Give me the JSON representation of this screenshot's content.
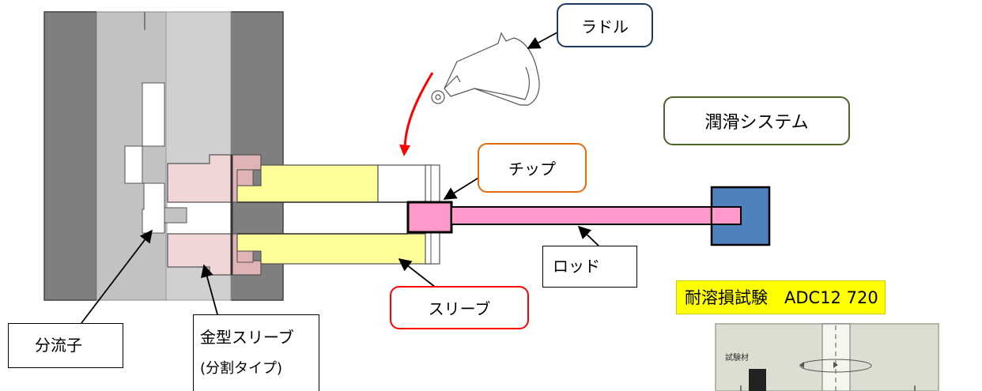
{
  "labels": {
    "ladle": "ラドル",
    "lubrication_system": "潤滑システム",
    "tip": "チップ",
    "rod": "ロッド",
    "sleeve": "スリーブ",
    "spreader": "分流子",
    "mold_sleeve_line1": "金型スリーブ",
    "mold_sleeve_line2": "(分割タイプ)",
    "erosion_test": "耐溶損試験　ADC12 720",
    "specimen": "試験材"
  },
  "colors": {
    "platen": "#7f7f7f",
    "die": "#c0c0c0",
    "die_light": "#d0d0d0",
    "die_sleeve": "#f0d6d6",
    "die_sleeve_dark": "#e0b4b4",
    "sleeve": "#ffff99",
    "tip_rod": "#ff99cc",
    "cylinder": "#4f81bd",
    "pour_arrow": "#ff0000",
    "ladle_border": "#1f3864",
    "lubrication_border": "#4f6228",
    "tip_border": "#e36c09",
    "sleeve_border": "#ff0000",
    "test_banner": "#ffff00",
    "photo_bg": "#ddddd2"
  }
}
